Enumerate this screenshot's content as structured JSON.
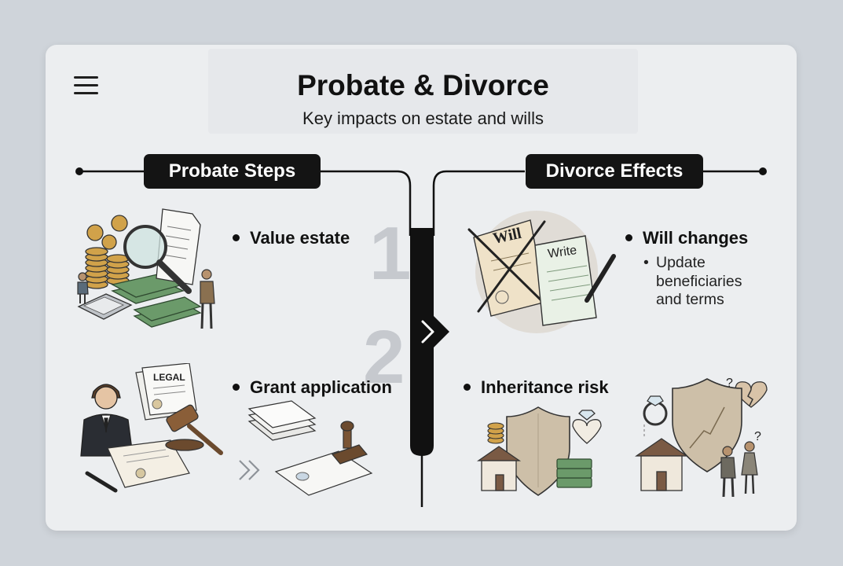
{
  "header": {
    "title": "Probate & Divorce",
    "subtitle": "Key impacts on estate and wills"
  },
  "probate": {
    "heading": "Probate Steps",
    "step1": {
      "number": "1",
      "label": "Value estate"
    },
    "step2": {
      "number": "2",
      "label": "Grant application"
    },
    "legal_doc_label": "LEGAL"
  },
  "divorce": {
    "heading": "Divorce Effects",
    "will_changes": {
      "label": "Will changes",
      "sub_bullet": "•",
      "detail_lines": [
        "Update",
        "beneficiaries",
        "and terms"
      ]
    },
    "inheritance": {
      "label": "Inheritance risk"
    },
    "old_will_label": "Will",
    "new_will_label": "Write"
  },
  "colors": {
    "background": "#cfd4da",
    "card": "#eceef0",
    "dark": "#141414",
    "money_green": "#5a8a5c",
    "coin_gold": "#d1a24a",
    "shield": "#cdbfa8"
  }
}
